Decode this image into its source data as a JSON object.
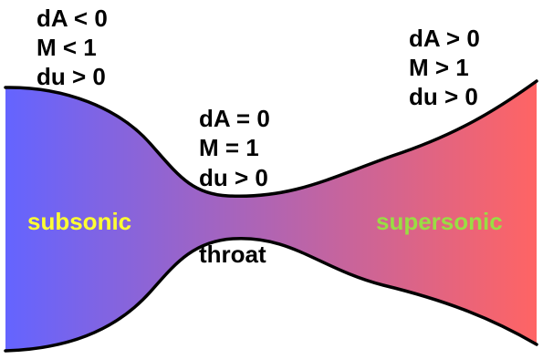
{
  "colors": {
    "subsonic_fill": "#6464ff",
    "supersonic_fill": "#ff6464",
    "outline": "#000000",
    "subsonic_text": "#ffff33",
    "supersonic_text": "#99dd44"
  },
  "regions": {
    "converging": {
      "line1": "dA < 0",
      "line2": "M < 1",
      "line3": "du > 0"
    },
    "throat_conditions": {
      "line1": "dA = 0",
      "line2": "M = 1",
      "line3": "du > 0"
    },
    "diverging": {
      "line1": "dA > 0",
      "line2": "M > 1",
      "line3": "du > 0"
    }
  },
  "labels": {
    "subsonic": "subsonic",
    "supersonic": "supersonic",
    "throat": "throat"
  }
}
